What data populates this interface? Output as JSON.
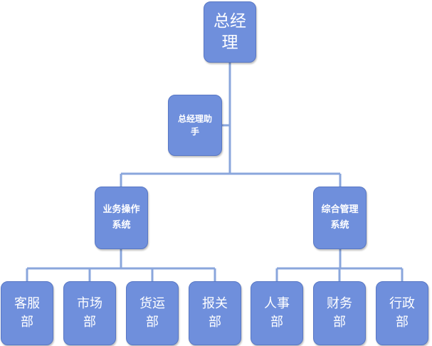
{
  "chart": {
    "top": {
      "label": "总经理"
    },
    "assistant": {
      "label": "总经理助手"
    },
    "systems": [
      {
        "label": "业务操作系统"
      },
      {
        "label": "综合管理系统"
      }
    ],
    "departments": [
      {
        "label": "客服部"
      },
      {
        "label": "市场部"
      },
      {
        "label": "货运部"
      },
      {
        "label": "报关部"
      },
      {
        "label": "人事部"
      },
      {
        "label": "财务部"
      },
      {
        "label": "行政部"
      }
    ]
  },
  "colors": {
    "node_fill": "#6f8fdc",
    "node_border": "#5877c4",
    "connector": "#8aa6dc",
    "text": "#ffffff"
  }
}
